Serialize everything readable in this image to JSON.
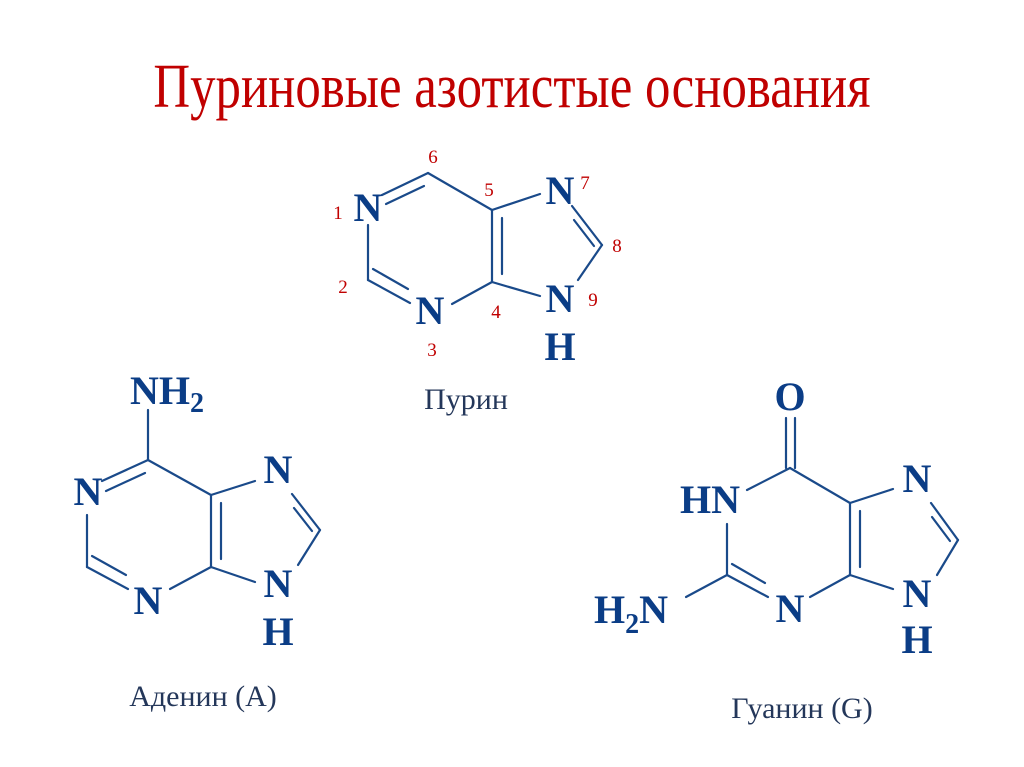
{
  "title": "Пуриновые азотистые основания",
  "colors": {
    "title": "#c00000",
    "structure": "#0b3d86",
    "bond": "#1a4a8a",
    "numbering": "#c00000",
    "caption": "#24375a"
  },
  "purine": {
    "caption": "Пурин",
    "atoms": {
      "N1": "N",
      "N3": "N",
      "N7": "N",
      "N9": "N",
      "H9": "H"
    },
    "numbers": {
      "n1": "1",
      "n2": "2",
      "n3": "3",
      "n4": "4",
      "n5": "5",
      "n6": "6",
      "n7": "7",
      "n8": "8",
      "n9": "9"
    }
  },
  "adenine": {
    "caption": "Аденин (А)",
    "atoms": {
      "NH2_N": "NH",
      "NH2_sub": "2",
      "N1": "N",
      "N3": "N",
      "N7": "N",
      "N9": "N",
      "H9": "H"
    }
  },
  "guanine": {
    "caption": "Гуанин (G)",
    "atoms": {
      "O": "O",
      "HN1": "HN",
      "H2N_H": "H",
      "H2N_sub": "2",
      "H2N_N": "N",
      "N3": "N",
      "N7": "N",
      "N9": "N",
      "H9": "H"
    }
  }
}
